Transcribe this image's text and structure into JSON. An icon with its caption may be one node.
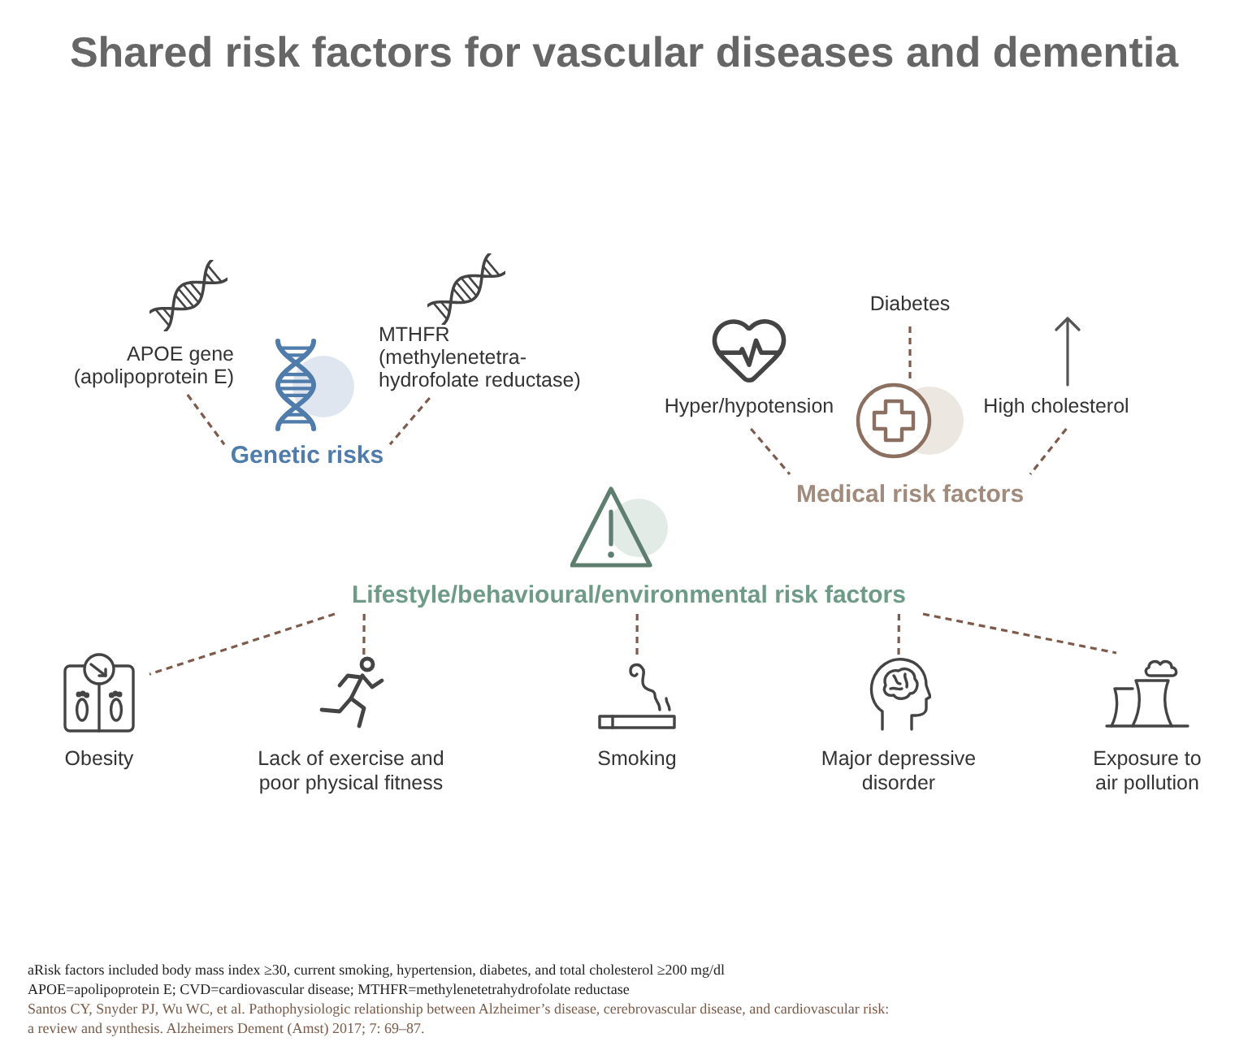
{
  "diagram": {
    "title": "Shared risk factors for vascular diseases and dementia",
    "nodes": [
      {
        "text": [
          "APOE gene (apolipoprotein E)"
        ]
      },
      {
        "text": [
          "MTHFR (methylenetetra-hydrofolate reductase)"
        ]
      },
      {
        "text": [
          "Genetic risks"
        ]
      },
      {
        "text": [
          "Diabetes"
        ]
      },
      {
        "text": [
          "Hyper/hypotension"
        ]
      },
      {
        "text": [
          "High cholesterol"
        ]
      },
      {
        "text": [
          "Medical risk factors"
        ]
      },
      {
        "text": [
          "Lifestyle/behavioural/environmental risk factors"
        ]
      },
      {
        "text": [
          "Obesity"
        ]
      },
      {
        "text": [
          "Lack of exercise and poor physical fitness"
        ]
      },
      {
        "text": [
          "Smoking"
        ]
      },
      {
        "text": [
          "Major depressive disorder"
        ]
      },
      {
        "text": [
          "Exposure to air pollution"
        ]
      }
    ],
    "edges": [
      {
        "from": 0,
        "to": 2,
        "arrow": "none",
        "style": "dashed"
      },
      {
        "from": 1,
        "to": 2,
        "arrow": "none",
        "style": "dashed"
      },
      {
        "from": 3,
        "to": 6,
        "arrow": "none",
        "style": "dashed"
      },
      {
        "from": 4,
        "to": 6,
        "arrow": "none",
        "style": "dashed"
      },
      {
        "from": 5,
        "to": 6,
        "arrow": "none",
        "style": "dashed"
      },
      {
        "from": 7,
        "to": 8,
        "arrow": "none",
        "style": "dashed"
      },
      {
        "from": 7,
        "to": 9,
        "arrow": "none",
        "style": "dashed"
      },
      {
        "from": 7,
        "to": 10,
        "arrow": "none",
        "style": "dashed"
      },
      {
        "from": 7,
        "to": 11,
        "arrow": "none",
        "style": "dashed"
      },
      {
        "from": 7,
        "to": 12,
        "arrow": "none",
        "style": "dashed"
      }
    ],
    "labels": [
      "aRisk factors included body mass index ≥30, current smoking, hypertension, diabetes, and total cholesterol ≥200 mg/dl",
      "APOE=apolipoprotein E; CVD=cardiovascular disease; MTHFR=methylenetetrahydrofolate reductase",
      "Santos CY, Snyder PJ, Wu WC, et al. Pathophysiologic relationship between Alzheimer’s disease, cerebrovascular disease, and cardiovascular risk: a review and synthesis. Alzheimers Dement (Amst) 2017; 7: 69–87."
    ]
  }
}
